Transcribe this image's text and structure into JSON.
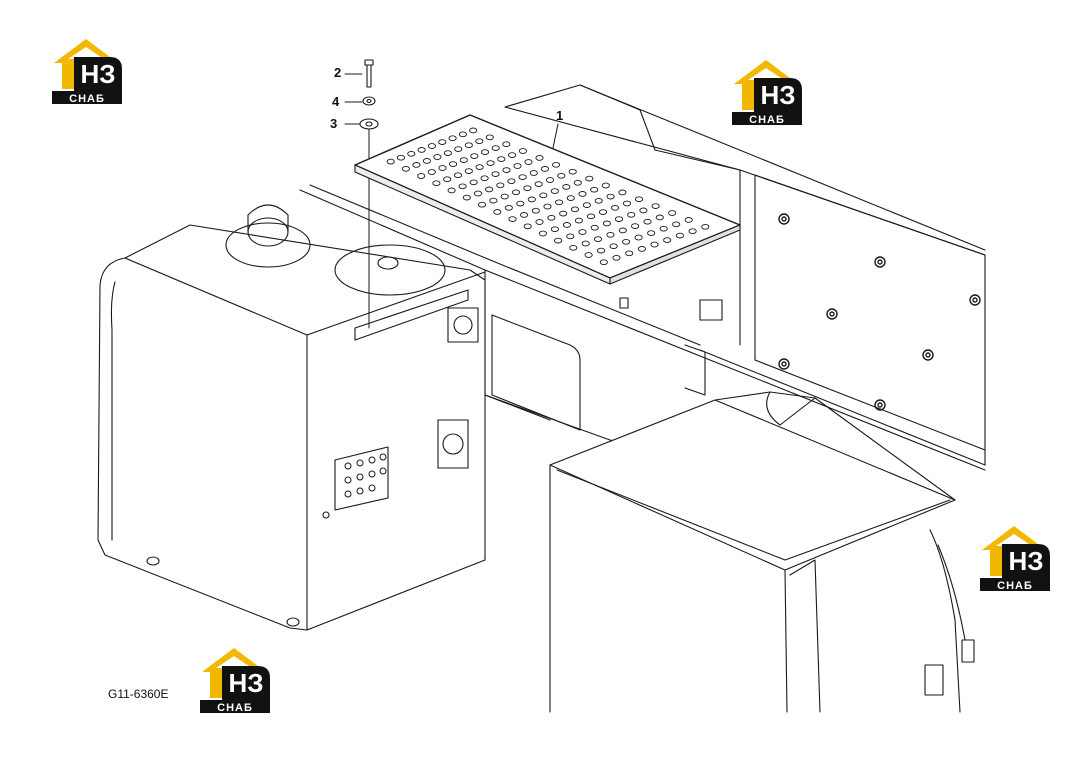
{
  "drawing": {
    "figure_code": "G11-6360E",
    "callouts": [
      {
        "id": "c1",
        "label": "1"
      },
      {
        "id": "c2",
        "label": "2"
      },
      {
        "id": "c3",
        "label": "3"
      },
      {
        "id": "c4",
        "label": "4"
      }
    ]
  },
  "watermark": {
    "mark": "НЗ",
    "word": "СНАБ",
    "colors": {
      "roof": "#f2b800",
      "body": "#111111",
      "text": "#ffffff",
      "letters": "#ffffff"
    }
  },
  "colors": {
    "line": "#1a1a1a",
    "fill": "#ffffff",
    "shade": "#e6e6e6"
  }
}
